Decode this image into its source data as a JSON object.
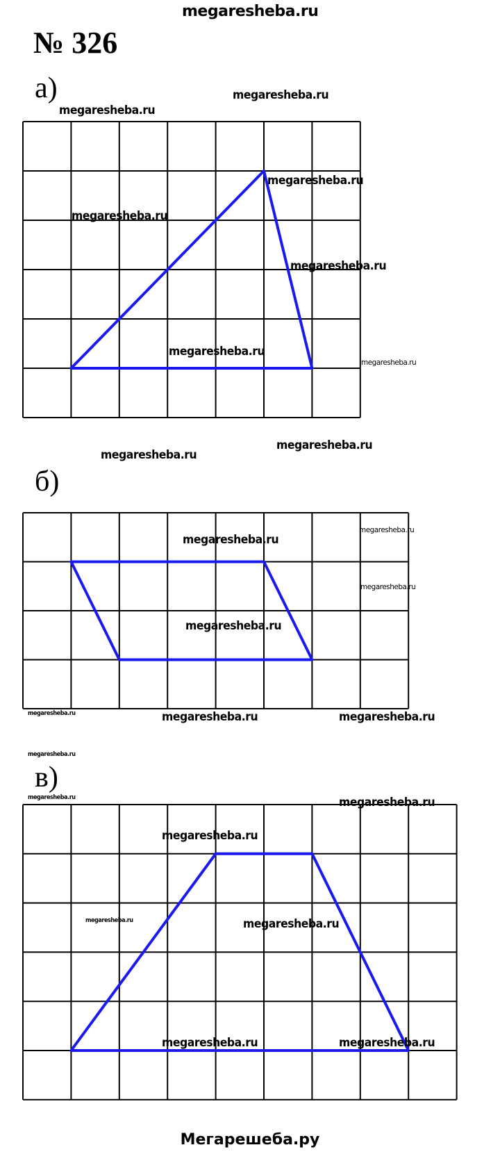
{
  "header_watermark": "megaresheba.ru",
  "title": "№ 326",
  "parts": [
    {
      "label": "а)",
      "cols": 7,
      "rows": 6,
      "shape": "triangle",
      "vertices": [
        [
          1,
          5
        ],
        [
          5,
          1
        ],
        [
          6,
          5
        ]
      ]
    },
    {
      "label": "б)",
      "cols": 8,
      "rows": 4,
      "shape": "parallelogram",
      "vertices": [
        [
          1,
          1
        ],
        [
          5,
          1
        ],
        [
          6,
          3
        ],
        [
          2,
          3
        ]
      ]
    },
    {
      "label": "в)",
      "cols": 9,
      "rows": 6,
      "shape": "trapezoid",
      "vertices": [
        [
          1,
          5
        ],
        [
          4,
          1
        ],
        [
          6,
          1
        ],
        [
          8,
          5
        ]
      ]
    }
  ],
  "colors": {
    "shape": "#1a1aee",
    "grid": "#000000"
  },
  "watermark": "megaresheba.ru",
  "footer": "Мегарешеба.ру"
}
